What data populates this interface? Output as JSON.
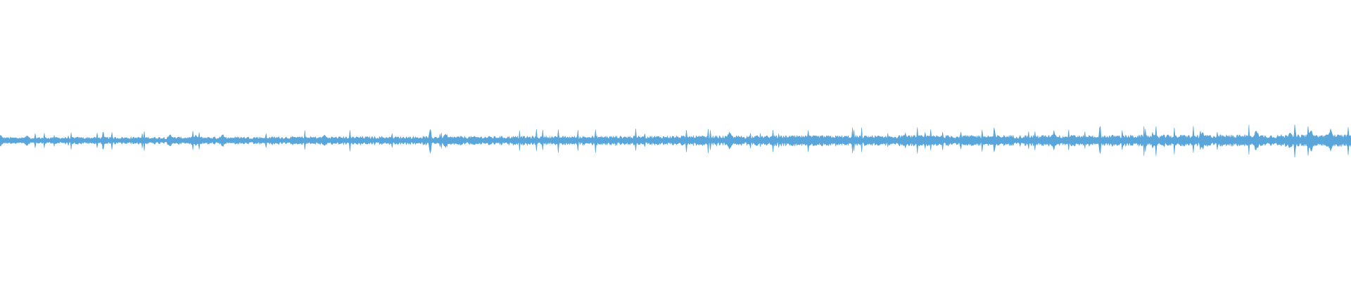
{
  "waveform": {
    "wave_color": "#5aa6db",
    "background_color": "#ffffff",
    "sample_count": 1920,
    "base_level": 0.02,
    "bursts": [
      {
        "position": 0.0,
        "amplitude": 0.05
      },
      {
        "position": 0.02,
        "amplitude": 0.04
      },
      {
        "position": 0.126,
        "amplitude": 0.05
      },
      {
        "position": 0.145,
        "amplitude": 0.04
      },
      {
        "position": 0.165,
        "amplitude": 0.05
      },
      {
        "position": 0.24,
        "amplitude": 0.05
      },
      {
        "position": 0.33,
        "amplitude": 0.06
      },
      {
        "position": 0.54,
        "amplitude": 0.07
      },
      {
        "position": 0.67,
        "amplitude": 0.06
      },
      {
        "position": 0.78,
        "amplitude": 0.08
      },
      {
        "position": 0.89,
        "amplitude": 0.07
      },
      {
        "position": 0.93,
        "amplitude": 0.09
      },
      {
        "position": 0.955,
        "amplitude": 0.09
      },
      {
        "position": 0.97,
        "amplitude": 0.1
      },
      {
        "position": 0.985,
        "amplitude": 0.1
      }
    ]
  }
}
